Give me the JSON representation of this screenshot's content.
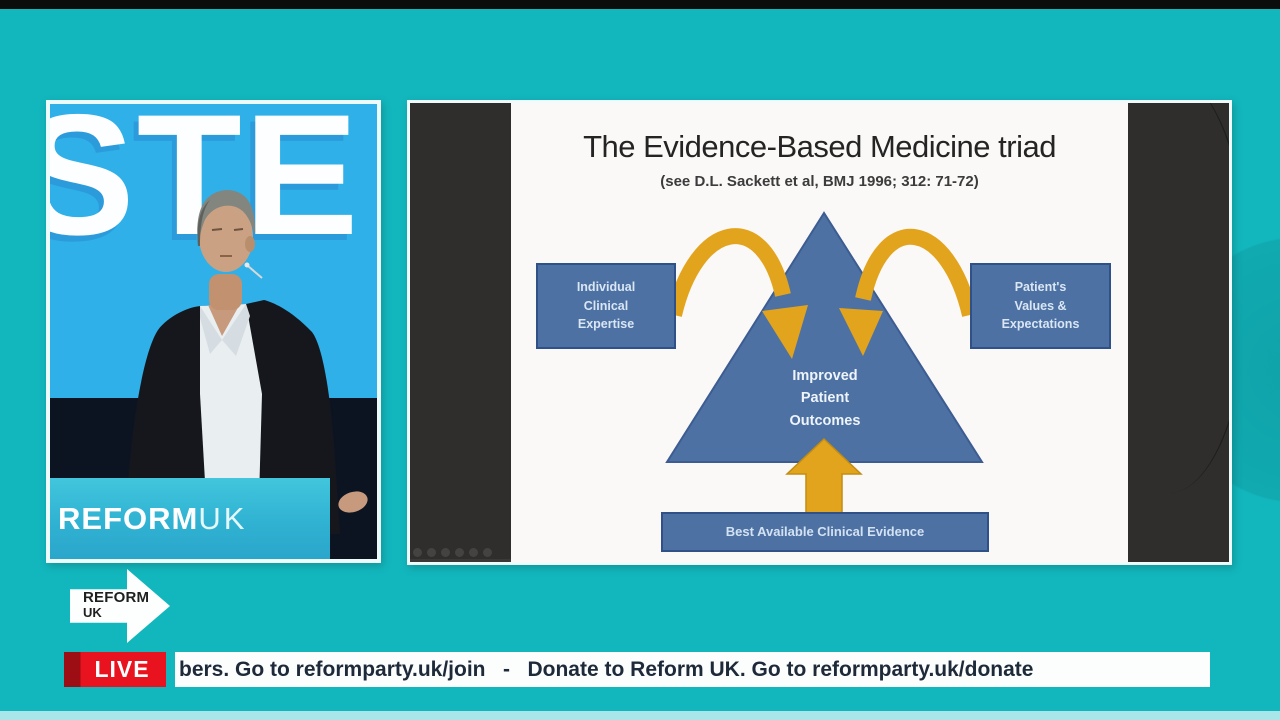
{
  "scene": {
    "backdrop_letters": "STE",
    "podium_logo": {
      "reform": "REFORM",
      "uk": "UK"
    },
    "badge": {
      "reform": "REFORM",
      "uk": "UK"
    }
  },
  "slide": {
    "title": "The Evidence-Based Medicine triad",
    "subtitle": "(see D.L. Sackett et al, BMJ 1996; 312: 71-72)",
    "boxes": {
      "left": "Individual\nClinical\nExpertise",
      "right": "Patient's\nValues &\nExpectations",
      "center": "Improved\nPatient\nOutcomes",
      "bottom": "Best Available Clinical Evidence"
    }
  },
  "ticker": {
    "live_label": "LIVE",
    "text": "bers. Go to reformparty.uk/join   -   Donate to Reform UK. Go to reformparty.uk/donate"
  },
  "colors": {
    "teal_background": "#12b7bd",
    "diagram_blue": "#4e71a3",
    "diagram_gold": "#e3a41d",
    "live_red": "#e8131f",
    "backdrop_blue": "#2fb0e8"
  }
}
